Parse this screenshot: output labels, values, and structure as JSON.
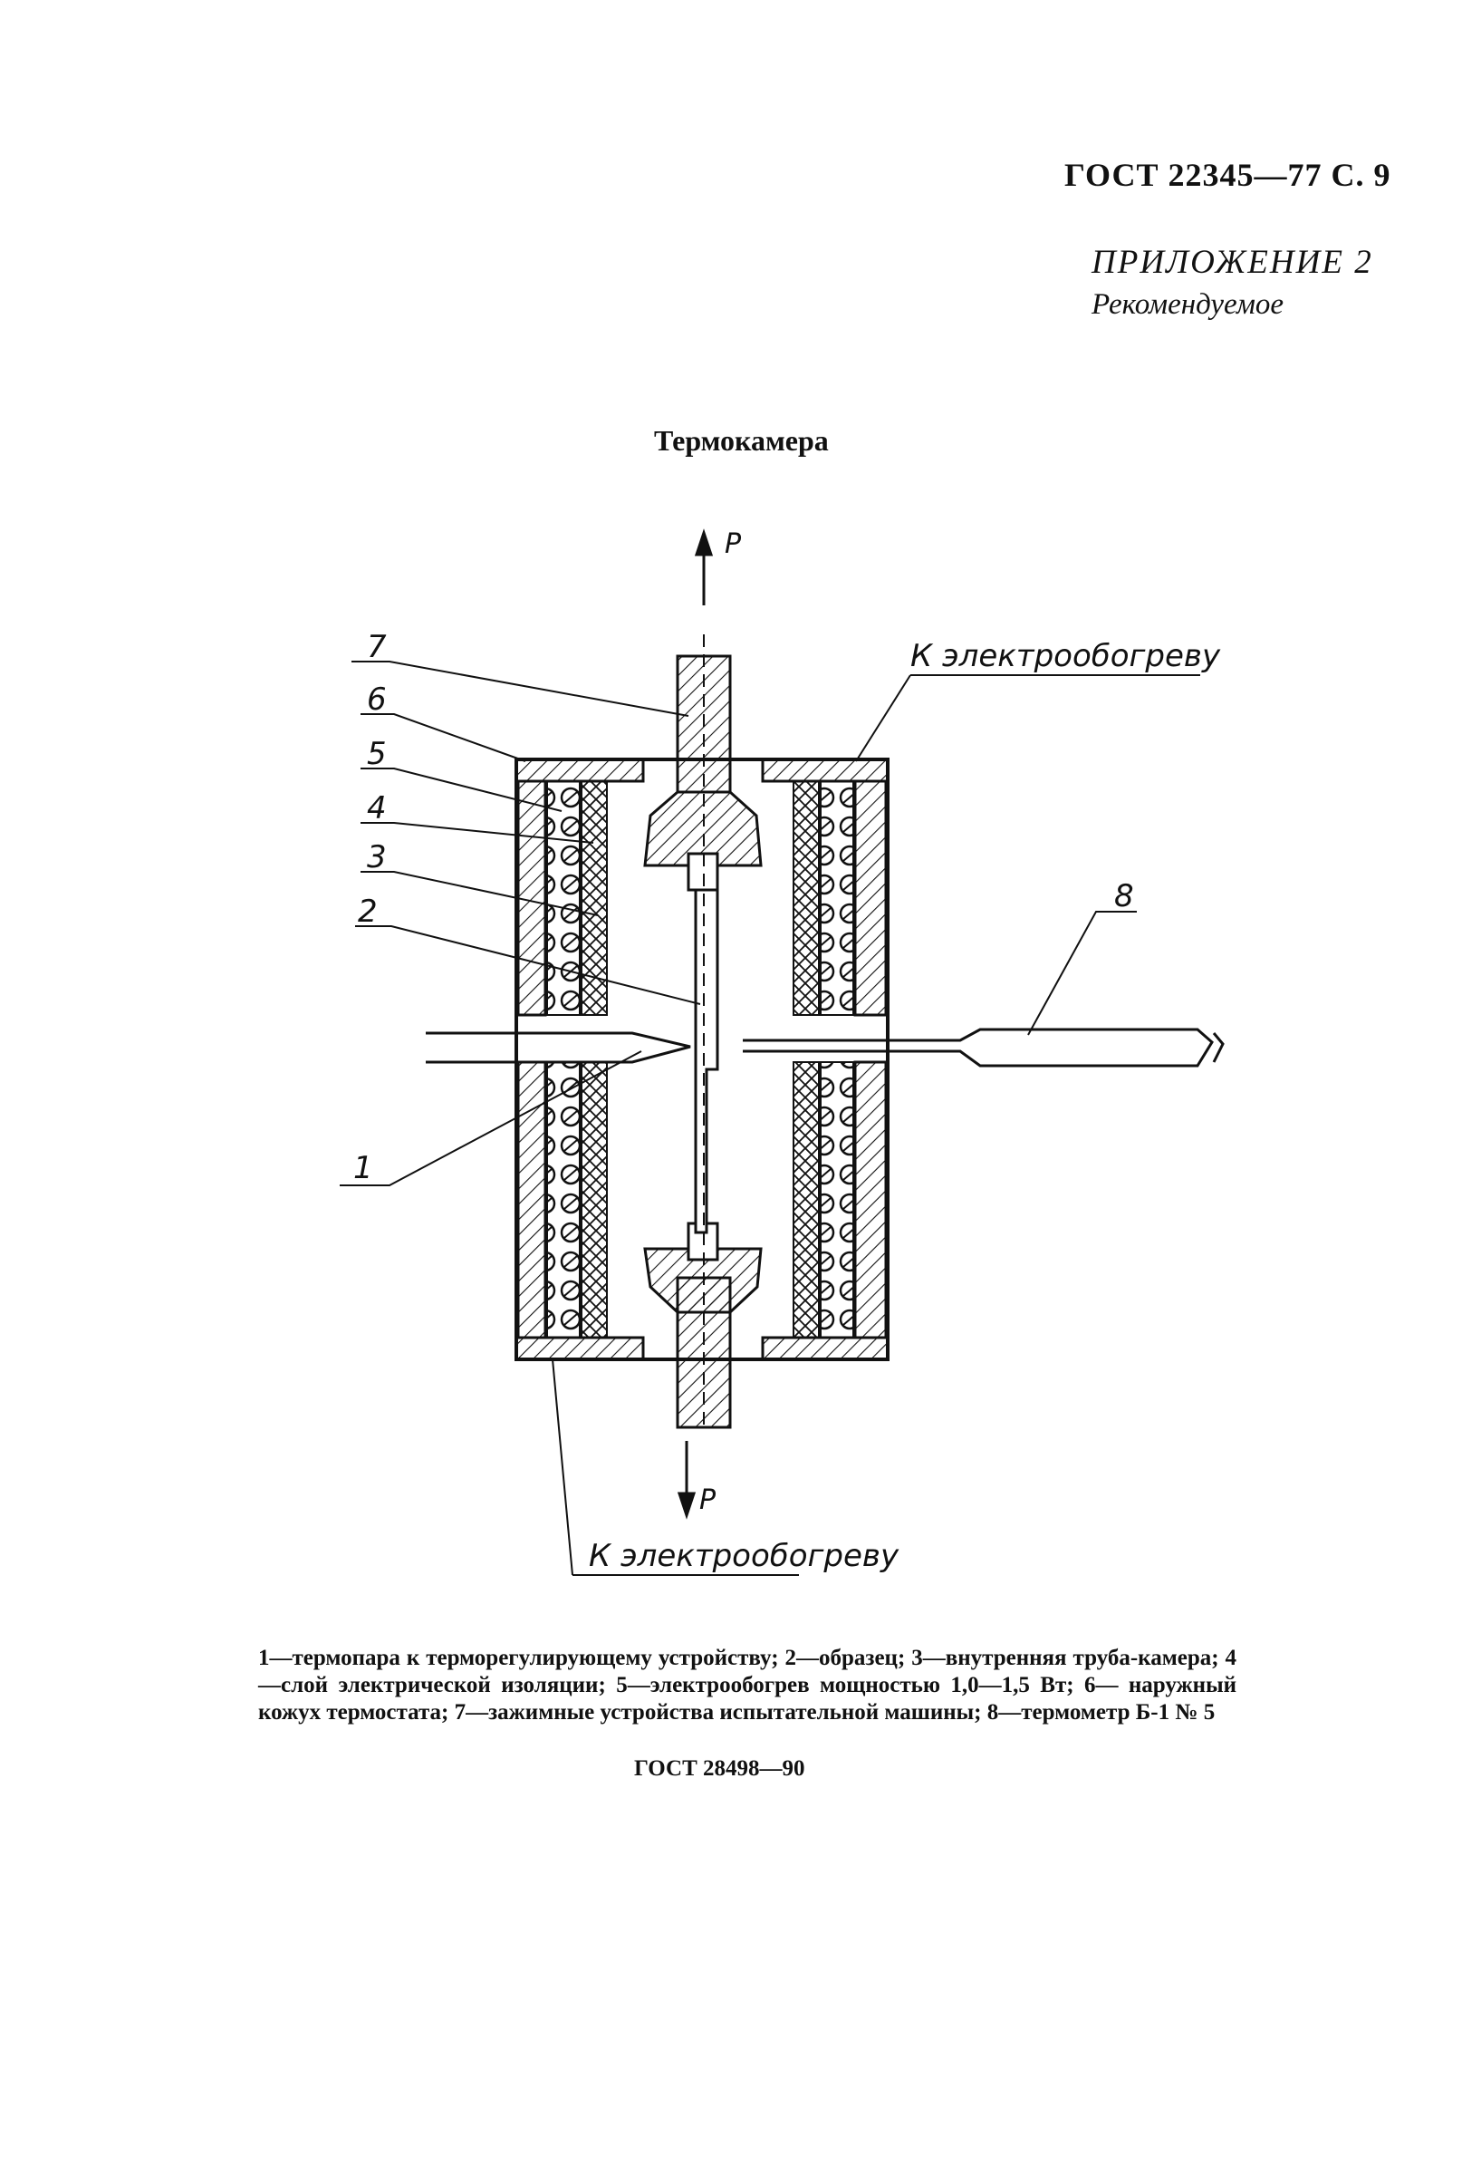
{
  "page": {
    "header": "ГОСТ 22345—77 С. 9",
    "appendix_label": "ПРИЛОЖЕНИЕ 2",
    "appendix_status": "Рекомендуемое",
    "title": "Термокамера"
  },
  "figure": {
    "force_top": "P",
    "force_bottom": "P",
    "heater_label_top": "К электрообогреву",
    "heater_label_bottom": "К электрообогреву",
    "callouts": [
      "7",
      "6",
      "5",
      "4",
      "3",
      "2",
      "1",
      "8"
    ]
  },
  "caption": {
    "text": "1—термопара к терморегулирующему устройству; 2—образец; 3—внутренняя труба-камера; 4—слой электрической изоляции; 5—электрообогрев мощностью 1,0—1,5 Вт; 6— наружный кожух термостата; 7—зажимные устройства испытательной машины; 8—термометр Б-1 № 5",
    "standard": "ГОСТ 28498—90"
  }
}
